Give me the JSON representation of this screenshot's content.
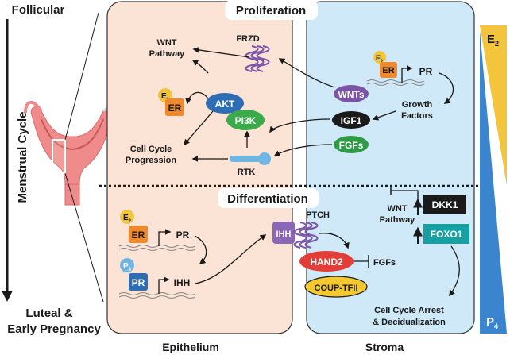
{
  "side_labels": {
    "follicular": "Follicular",
    "menstrual_cycle": "Menstrual Cycle",
    "luteal_line1": "Luteal &",
    "luteal_line2": "Early Pregnancy"
  },
  "panels": {
    "epithelium": "Epithelium",
    "stroma": "Stroma",
    "proliferation": "Proliferation",
    "differentiation": "Differentiation"
  },
  "hormones": {
    "e_letter": "E",
    "p_letter": "P",
    "e_sub": "2",
    "p_sub": "4"
  },
  "top": {
    "wnt_pathway_line1": "WNT",
    "wnt_pathway_line2": "Pathway",
    "frzd": "FRZD",
    "er": "ER",
    "akt": "AKT",
    "pi3k": "PI3K",
    "cell_cycle_line1": "Cell Cycle",
    "cell_cycle_line2": "Progression",
    "rtk": "RTK",
    "wnts": "WNTs",
    "igf1": "IGF1",
    "fgfs": "FGFs",
    "pr_gene": "PR",
    "growth_line1": "Growth",
    "growth_line2": "Factors"
  },
  "bottom": {
    "er": "ER",
    "pr_gene": "PR",
    "pr": "PR",
    "ihh_gene": "IHH",
    "ihh": "IHH",
    "ptch": "PTCH",
    "hand2": "HAND2",
    "fgfs": "FGFs",
    "coup": "COUP-TFII",
    "wnt_line1": "WNT",
    "wnt_line2": "Pathway",
    "dkk1": "DKK1",
    "foxo1": "FOXO1",
    "arrest_line1": "Cell Cycle Arrest",
    "arrest_line2": "& Decidualization"
  },
  "colors": {
    "epithelium_fill": "#fbe3d6",
    "stroma_fill": "#cfe9f8",
    "e2_yellow": "#f2c53d",
    "er_orange": "#ee8a2d",
    "akt_blue": "#2e6db4",
    "pi3k_green": "#3aaa4a",
    "wnts_purple": "#7b55a5",
    "fgfs_green": "#2f9a45",
    "ihh_purple": "#8a68b6",
    "hand2_red": "#e23d36",
    "coup_yellow": "#f4c830",
    "dkk1_black": "#1a1a1a",
    "foxo1_teal": "#17a0a3",
    "p4_blue": "#3b85cf"
  }
}
